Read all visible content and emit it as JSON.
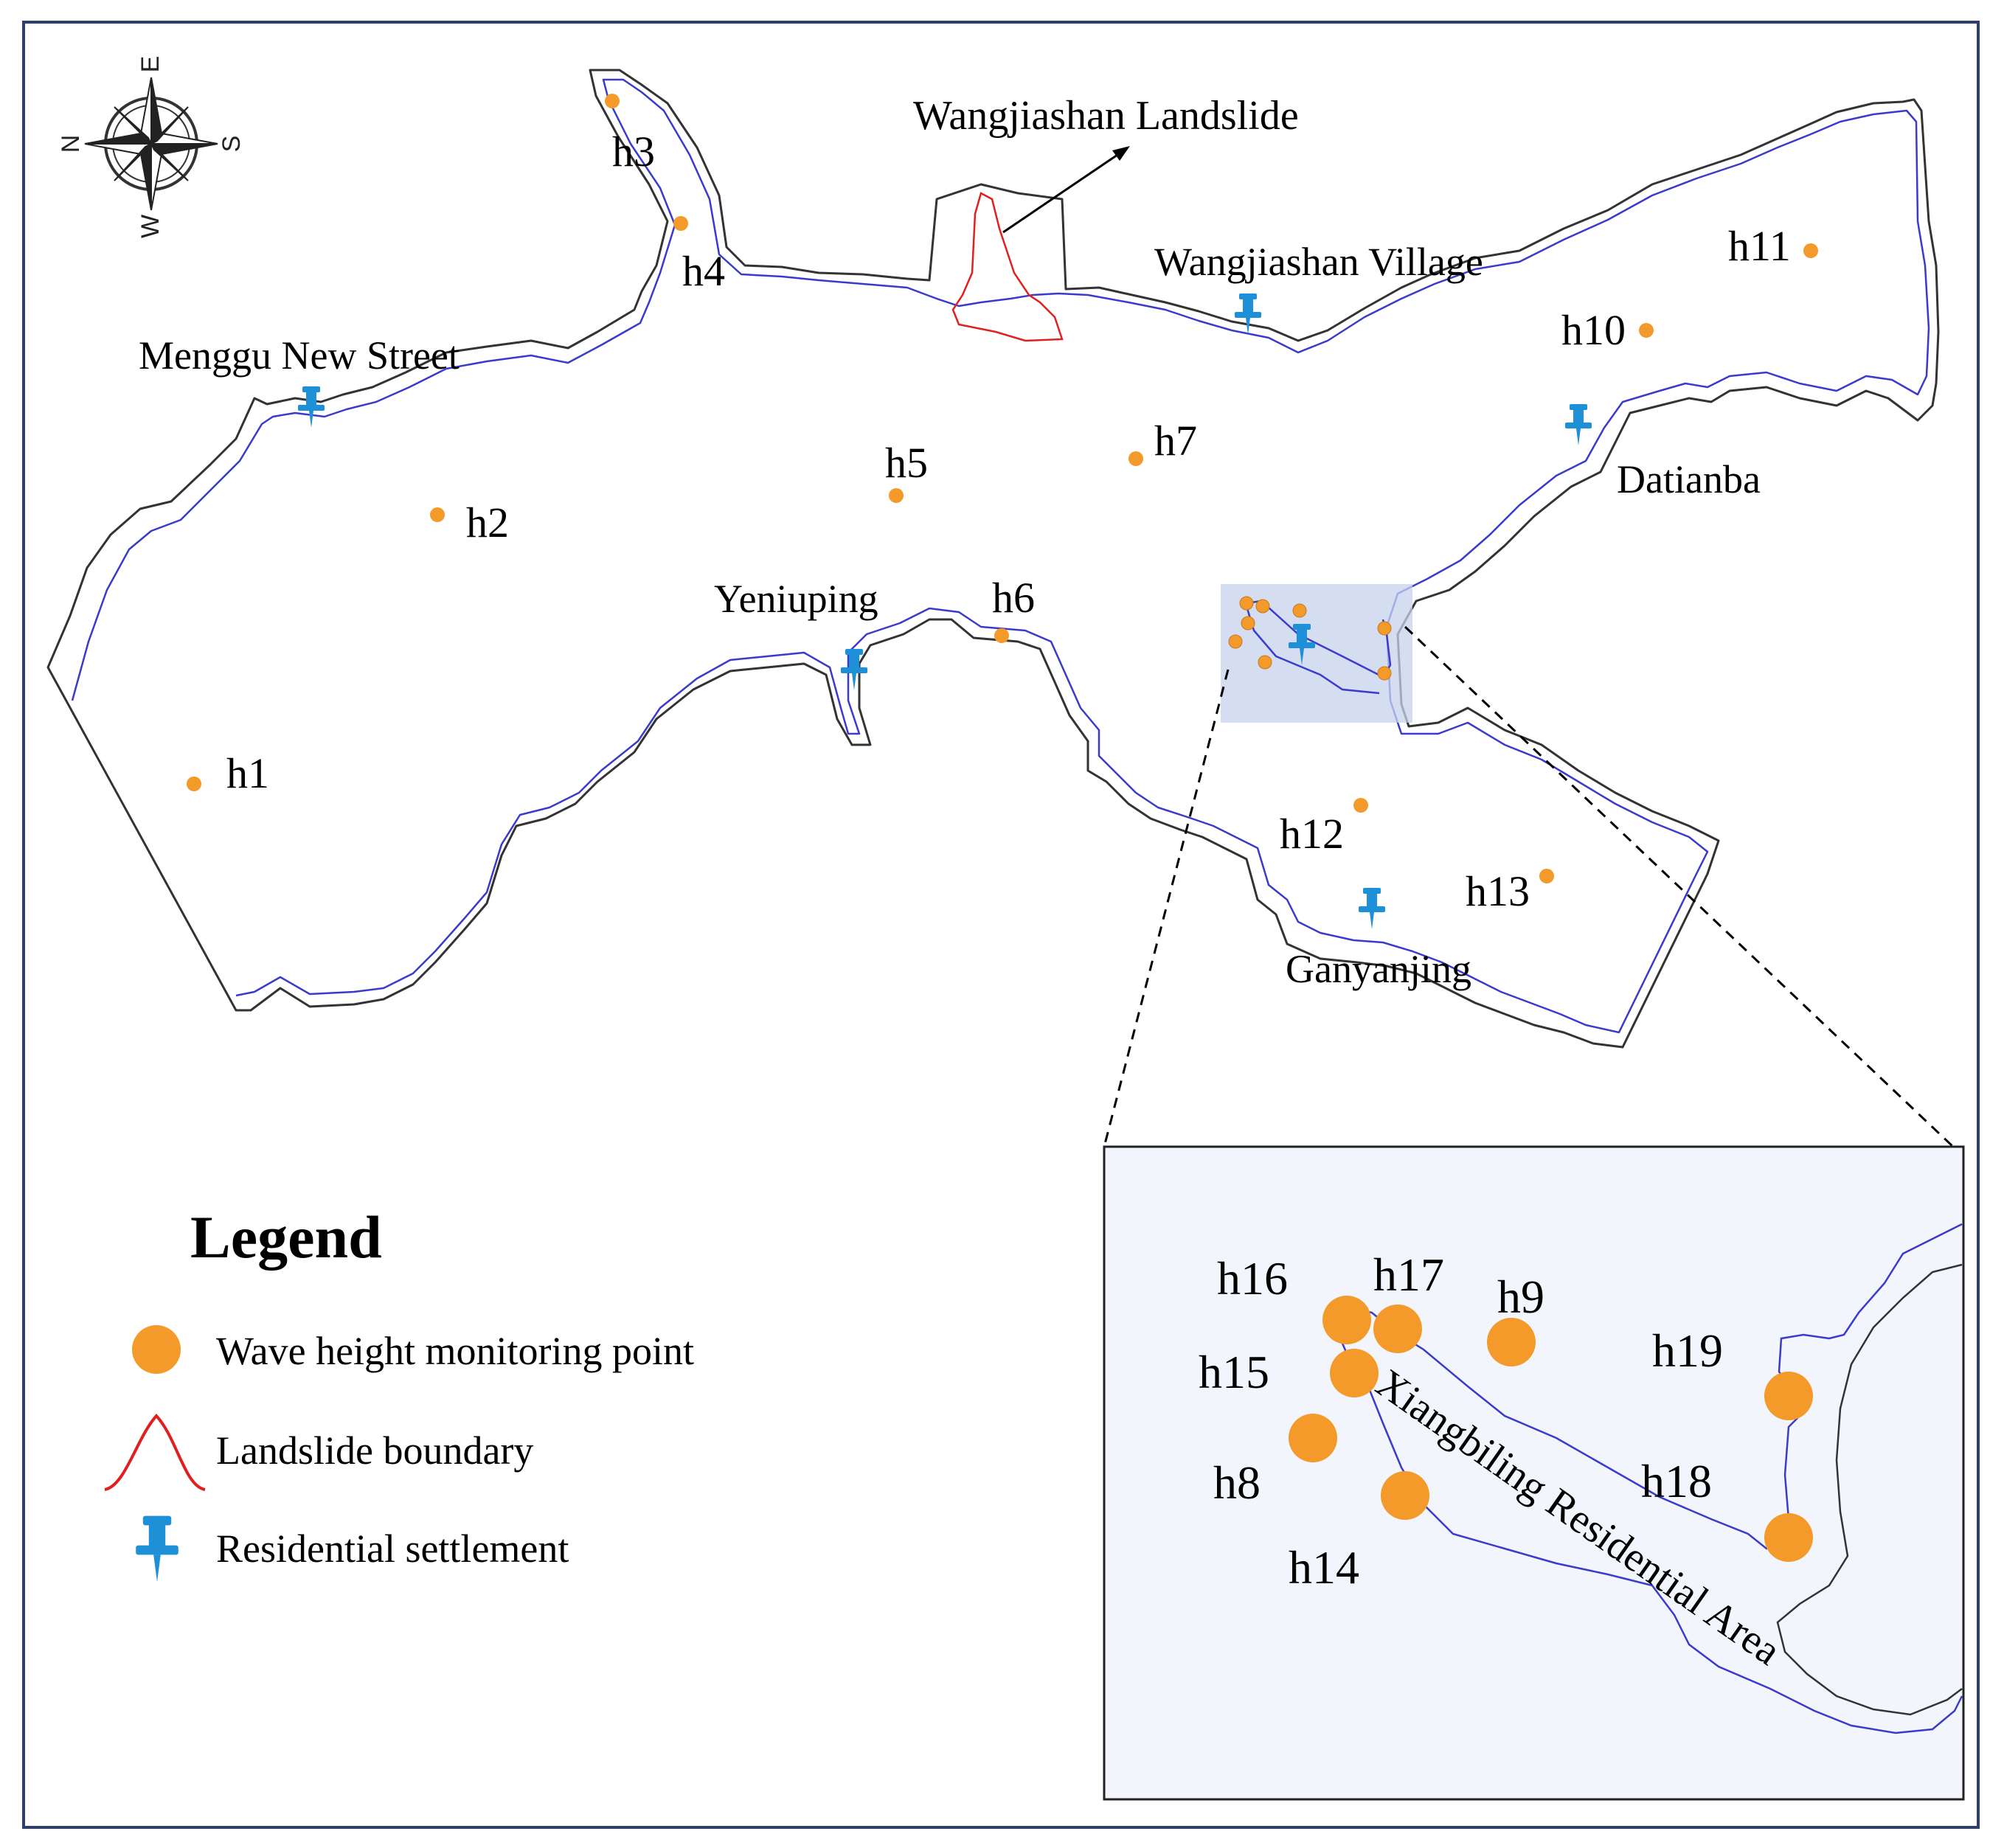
{
  "map": {
    "landslide_title": "Wangjiashan Landslide",
    "places": {
      "menggu": "Menggu New Street",
      "wangjiashan_village": "Wangjiashan Village",
      "datianba": "Datianba",
      "yeniuping": "Yeniuping",
      "ganyanjing": "Ganyanjing"
    },
    "points": [
      "h1",
      "h2",
      "h3",
      "h4",
      "h5",
      "h6",
      "h7",
      "h10",
      "h11",
      "h12",
      "h13"
    ],
    "compass": {
      "n": "N",
      "e": "E",
      "s": "S",
      "w": "W"
    }
  },
  "inset": {
    "area_label": "Xiangbiling Residential Area",
    "points": [
      "h8",
      "h9",
      "h14",
      "h15",
      "h16",
      "h17",
      "h18",
      "h19"
    ]
  },
  "legend": {
    "title": "Legend",
    "items": {
      "monitoring": "Wave height monitoring point",
      "boundary": "Landslide boundary",
      "settlement": "Residential settlement"
    }
  },
  "colors": {
    "point": "#f39a2a",
    "river": "#3a3acc",
    "bank": "#333333",
    "landslide": "#e02020",
    "settlement": "#1e90d8",
    "highlight": "#c7d3ec",
    "inset_bg": "#f2f6fc",
    "frame": "#2f3f6a"
  }
}
